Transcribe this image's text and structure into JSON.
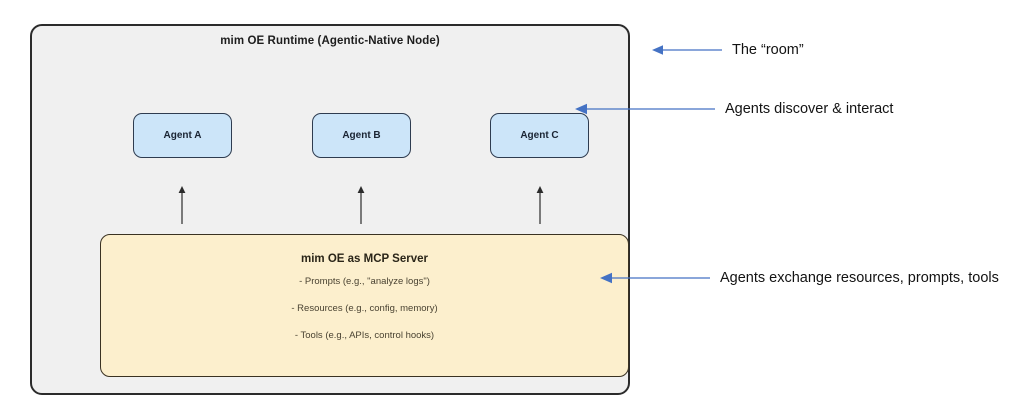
{
  "diagram": {
    "type": "architecture-block-diagram",
    "background_color": "#ffffff",
    "runtime": {
      "title": "mim OE Runtime (Agentic-Native Node)",
      "fill_color": "#f0f0f0",
      "border_color": "#2b2b2b",
      "agents": [
        {
          "label": "Agent A"
        },
        {
          "label": "Agent B"
        },
        {
          "label": "Agent C"
        }
      ],
      "agent_fill_color": "#cce5f9",
      "agent_border_color": "#2e3c50",
      "connector_arrows": [
        {
          "direction": "up",
          "from": "mcp-server",
          "to": "Agent A"
        },
        {
          "direction": "up",
          "from": "mcp-server",
          "to": "Agent B"
        },
        {
          "direction": "up",
          "from": "mcp-server",
          "to": "Agent C"
        }
      ],
      "connector_color": "#2b2b2b",
      "mcp_server": {
        "title": "mim OE as MCP Server",
        "fill_color": "#fcefcd",
        "border_color": "#3a3222",
        "lines": [
          "- Prompts (e.g., \"analyze logs\")",
          "- Resources (e.g., config, memory)",
          "- Tools (e.g., APIs, control hooks)"
        ]
      }
    },
    "annotations": [
      {
        "label": "The “room”",
        "target": "runtime-container",
        "arrow_direction": "left"
      },
      {
        "label": "Agents discover & interact",
        "target": "agent-row",
        "arrow_direction": "left"
      },
      {
        "label": "Agents exchange resources, prompts, tools",
        "target": "mcp-server",
        "arrow_direction": "left"
      }
    ],
    "annotation_color": "#4472c4",
    "annotation_text_color": "#131313"
  }
}
